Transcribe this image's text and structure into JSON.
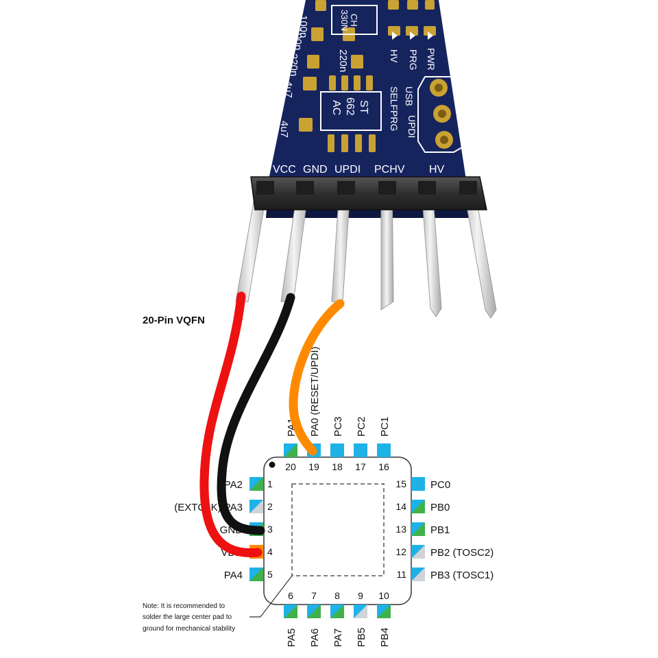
{
  "diagram": {
    "title": "20-Pin VQFN",
    "note_lines": [
      "Note: It is recommended to",
      "solder the large center pad to",
      "ground for mechanical stability"
    ]
  },
  "board": {
    "header_labels": [
      "VCC",
      "GND",
      "UPDI",
      "PCHV",
      "HV"
    ],
    "component_labels": {
      "top_left_cap": "100n",
      "ch_chip_line1": "CH",
      "ch_chip_line2": "330N",
      "cap_100n": "100n",
      "cap_220n_left": "220n",
      "cap_220n_mid": "220n",
      "cap_4u7_a": "4u7",
      "cap_4u7_b": "4u7",
      "st_chip_line1": "ST",
      "st_chip_line2": "662",
      "st_chip_line3": "AC",
      "led_hv": "HV",
      "led_prg": "PRG",
      "led_pwr": "PWR",
      "jumper_usb": "USB",
      "jumper_selfprg": "SELFPRG",
      "jumper_updi": "UPDI"
    },
    "colors": {
      "pcb": "#16245e",
      "pad": "#c9a233",
      "wire_vcc": "#ee1111",
      "wire_gnd": "#111111",
      "wire_updi": "#ff8a00"
    }
  },
  "chip": {
    "left_pins": [
      {
        "num": "1",
        "label": "PA2"
      },
      {
        "num": "2",
        "label": "(EXTCLK) PA3"
      },
      {
        "num": "3",
        "label": "GND"
      },
      {
        "num": "4",
        "label": "VDD"
      },
      {
        "num": "5",
        "label": "PA4"
      }
    ],
    "top_pins": [
      {
        "num": "20",
        "label": "PA1"
      },
      {
        "num": "19",
        "label": "PA0 (RESET/UPDI)"
      },
      {
        "num": "18",
        "label": "PC3"
      },
      {
        "num": "17",
        "label": "PC2"
      },
      {
        "num": "16",
        "label": "PC1"
      }
    ],
    "right_pins": [
      {
        "num": "15",
        "label": "PC0"
      },
      {
        "num": "14",
        "label": "PB0"
      },
      {
        "num": "13",
        "label": "PB1"
      },
      {
        "num": "12",
        "label": "PB2 (TOSC2)"
      },
      {
        "num": "11",
        "label": "PB3 (TOSC1)"
      }
    ],
    "bottom_pins": [
      {
        "num": "6",
        "label": "PA5"
      },
      {
        "num": "7",
        "label": "PA6"
      },
      {
        "num": "8",
        "label": "PA7"
      },
      {
        "num": "9",
        "label": "PB5"
      },
      {
        "num": "10",
        "label": "PB4"
      }
    ]
  }
}
